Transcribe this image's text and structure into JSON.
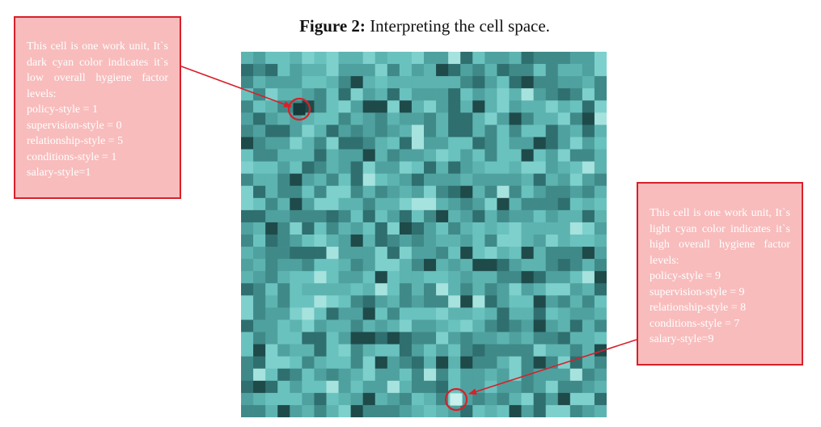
{
  "caption": {
    "prefix": "Figure 2:",
    "text": " Interpreting the cell space."
  },
  "grid": {
    "rows": 30,
    "cols": 30,
    "palette": [
      "#1f4a4a",
      "#2f6f6f",
      "#3f8a89",
      "#4fa19f",
      "#5db3b0",
      "#6ac2bf",
      "#7ed0cc",
      "#a6e2de"
    ]
  },
  "callouts": {
    "low": {
      "intro": "This cell is one work unit, It`s dark cyan color indicates it`s low overall hygiene factor levels:",
      "lines": [
        "policy-style = 1",
        "supervision-style = 0",
        "relationship-style = 5",
        "conditions-style = 1",
        "salary-style=1"
      ]
    },
    "high": {
      "intro": "This cell is one work unit, It`s light cyan color indicates it`s high overall hygiene factor levels:",
      "lines": [
        "policy-style = 9",
        "supervision-style = 9",
        "relationship-style = 8",
        "conditions-style = 7",
        "salary-style=9"
      ]
    }
  },
  "colors": {
    "callout_fill": "#f8bcbc",
    "callout_border": "#d8202a",
    "annotation": "#d8202a"
  }
}
